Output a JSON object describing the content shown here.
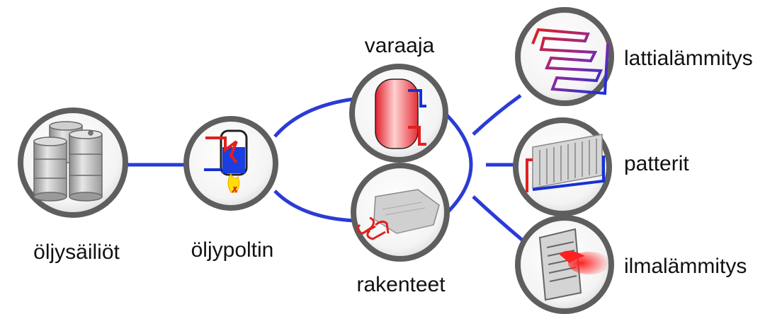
{
  "nodes": {
    "oil_tanks": "öljysäiliöt",
    "oil_burner": "öljypoltin",
    "storage_tank": "varaaja",
    "structures": "rakenteet",
    "floor_heating": "lattialämmitys",
    "radiators": "patterit",
    "air_heating": "ilmalämmitys"
  },
  "colors": {
    "connector": "#2a3bd6",
    "ring": "#5e5e5e",
    "hot": "#e8202a",
    "cold": "#1530d8"
  }
}
